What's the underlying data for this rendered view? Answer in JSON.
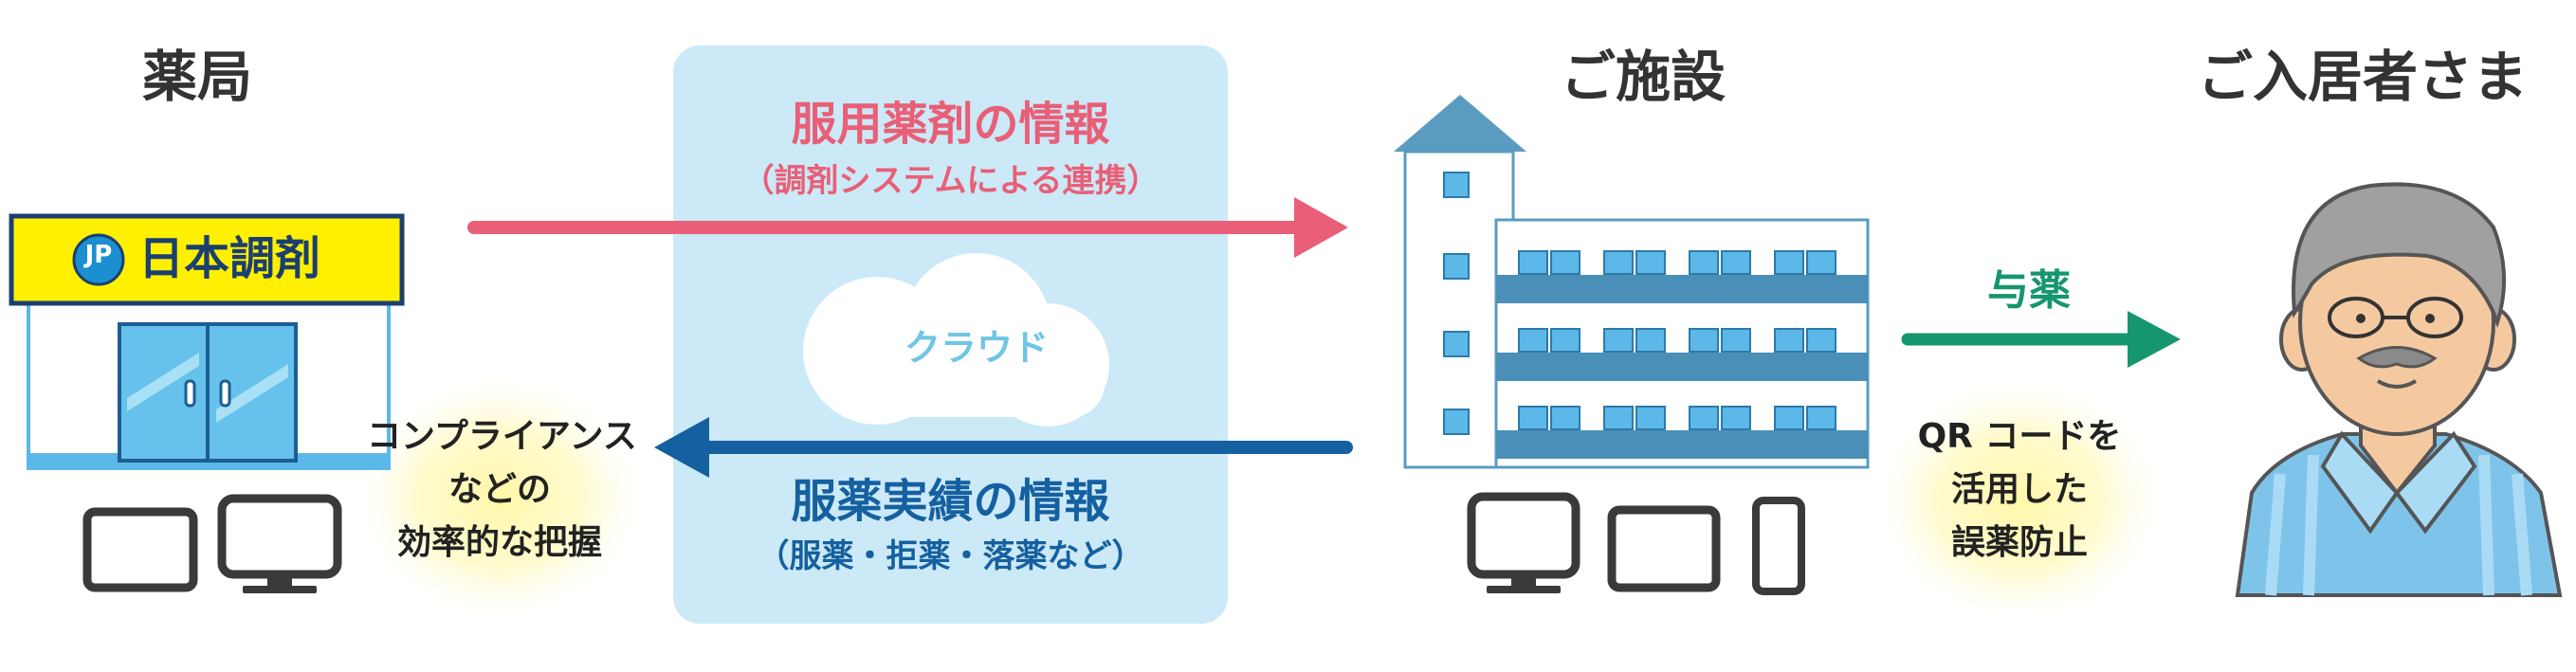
{
  "colors": {
    "pink": "#e95f77",
    "blue": "#1560a0",
    "green": "#16966f",
    "cloud_panel": "#cbe9f7",
    "sign_yellow": "#fff000",
    "building": "#5a9cc0",
    "window": "#5bb8e8",
    "device": "#3a3a3a"
  },
  "columns": {
    "pharmacy": "薬局",
    "facility": "ご施設",
    "residents": "ご入居者さま"
  },
  "pharmacy_sign": {
    "logo_letter": "JP",
    "name": "日本調剤"
  },
  "cloud": {
    "label": "クラウド"
  },
  "flow_top": {
    "title": "服用薬剤の情報",
    "subtitle": "（調剤システムによる連携）"
  },
  "flow_bottom": {
    "title": "服薬実績の情報",
    "subtitle": "（服薬・拒薬・落薬など）"
  },
  "flow_right": {
    "label": "与薬"
  },
  "note_left": {
    "lines": [
      "コンプライアンス",
      "などの",
      "効率的な把握"
    ]
  },
  "note_right": {
    "lines": [
      "QR コードを",
      "活用した",
      "誤薬防止"
    ]
  },
  "icons": {
    "pharmacy_devices": [
      "tablet-icon",
      "monitor-icon"
    ],
    "facility_devices": [
      "monitor-icon",
      "tablet-icon",
      "smartphone-icon"
    ]
  }
}
